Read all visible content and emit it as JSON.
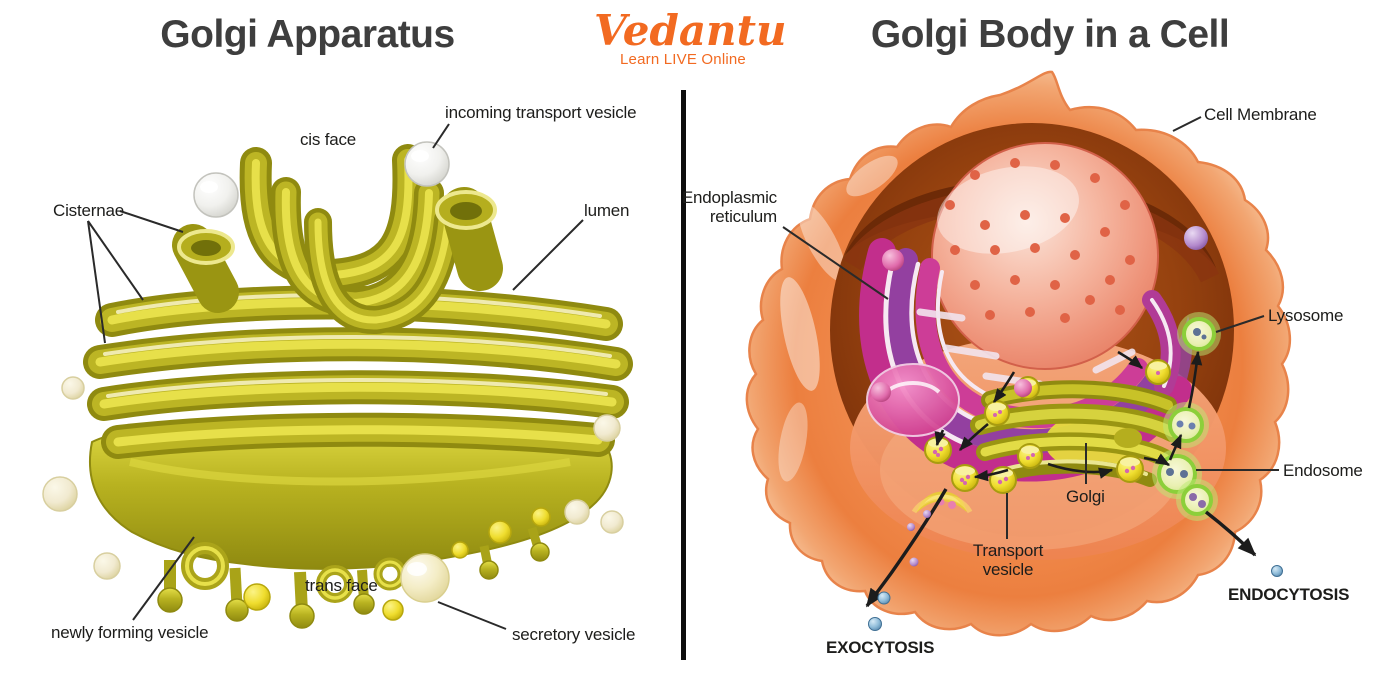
{
  "brand": {
    "logo_text": "Vedantu",
    "tagline": "Learn LIVE Online"
  },
  "left_panel": {
    "title": "Golgi Apparatus",
    "labels": {
      "incoming_transport_vesicle": "incoming transport vesicle",
      "cis_face": "cis face",
      "cisternae": "Cisternae",
      "lumen": "lumen",
      "trans_face": "trans face",
      "newly_forming_vesicle": "newly forming vesicle",
      "secretory_vesicle": "secretory vesicle"
    }
  },
  "right_panel": {
    "title": "Golgi Body in a Cell",
    "labels": {
      "cell_membrane": "Cell Membrane",
      "endoplasmic_reticulum": "Endoplasmic reticulum",
      "lysosome": "Lysosome",
      "endosome": "Endosome",
      "golgi": "Golgi",
      "transport_vesicle": "Transport vesicle",
      "exocytosis": "EXOCYTOSIS",
      "endocytosis": "ENDOCYTOSIS"
    }
  },
  "colors": {
    "brand_orange": "#F26A21",
    "title_gray": "#3E3E3E",
    "label_black": "#1D1D1B",
    "golgi_olive": "#B5AE1E",
    "cell_orange": "#EF8443",
    "nucleus_pink": "#F2A58D",
    "er_magenta": "#C22E8C",
    "vesicle_green": "#9EDC44",
    "transport_dot_blue": "#7FB3D5",
    "divider_black": "#0D0D0D"
  }
}
